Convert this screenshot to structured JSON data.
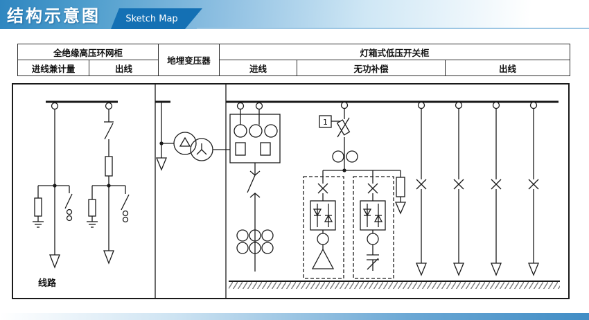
{
  "header": {
    "title": "结构示意图",
    "subtitle": "Sketch Map"
  },
  "table": {
    "row1": [
      {
        "label": "全绝缘高压环网柜"
      },
      {
        "label": "地埋变压器"
      },
      {
        "label": "灯箱式低压开关柜"
      }
    ],
    "row2": [
      "进线兼计量",
      "出线",
      "进线",
      "无功补偿",
      "出线"
    ]
  },
  "diagram": {
    "line_label": "线路",
    "controller_label": "1"
  },
  "colors": {
    "header_blue": "#2f86c0",
    "banner_blue": "#1470b4",
    "diagram_stroke": "#1a1a1a"
  }
}
